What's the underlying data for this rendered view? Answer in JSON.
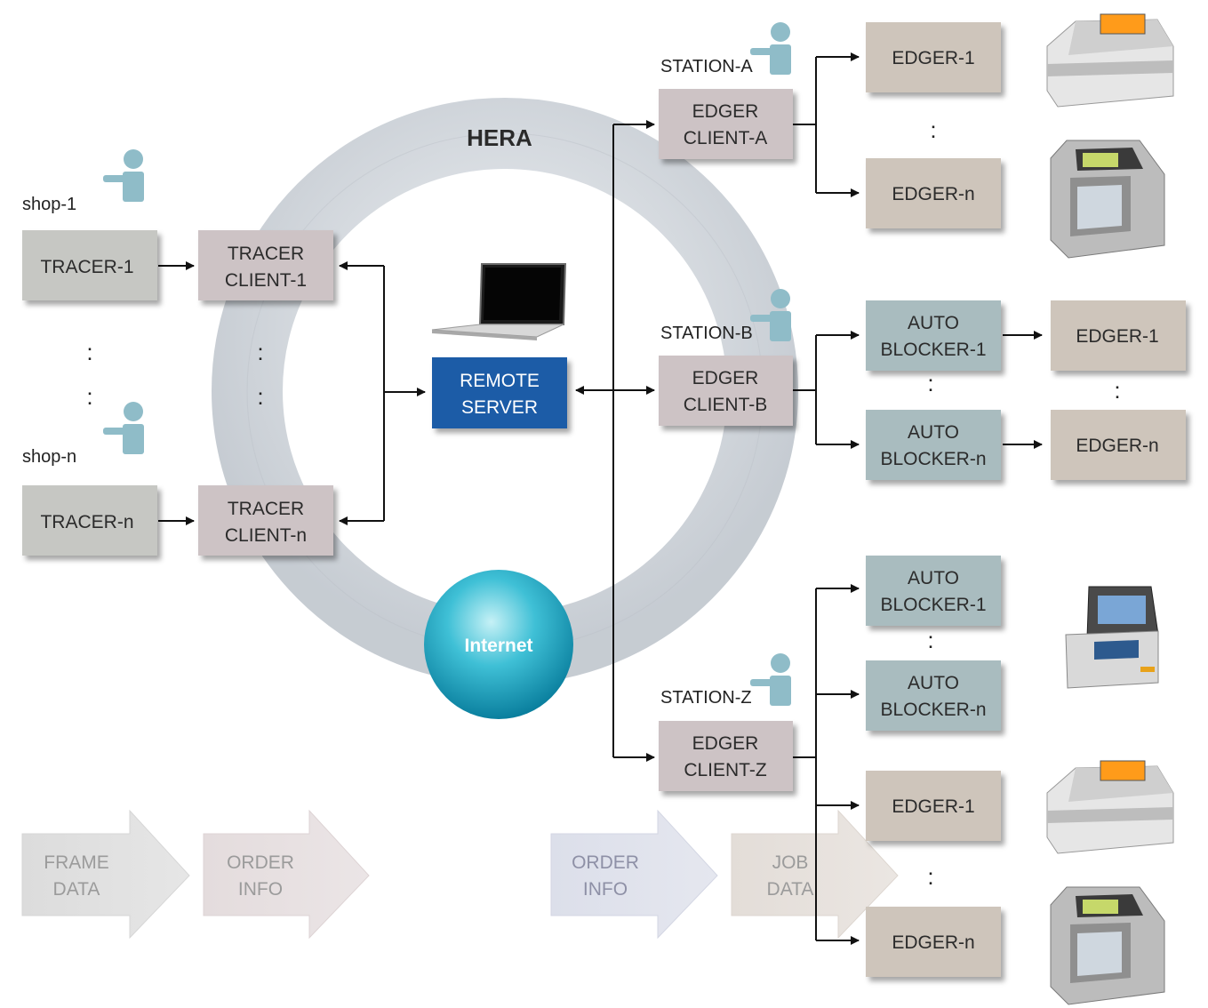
{
  "title": "HERA",
  "internet": "Internet",
  "remote_server": [
    "REMOTE",
    "SERVER"
  ],
  "shops": [
    {
      "label": "shop-1",
      "tracer": "TRACER-1",
      "client": [
        "TRACER",
        "CLIENT-1"
      ]
    },
    {
      "label": "shop-n",
      "tracer": "TRACER-n",
      "client": [
        "TRACER",
        "CLIENT-n"
      ]
    }
  ],
  "stations": [
    {
      "label": "STATION-A",
      "client": [
        "EDGER",
        "CLIENT-A"
      ]
    },
    {
      "label": "STATION-B",
      "client": [
        "EDGER",
        "CLIENT-B"
      ]
    },
    {
      "label": "STATION-Z",
      "client": [
        "EDGER",
        "CLIENT-Z"
      ]
    }
  ],
  "devices": {
    "edger_1": "EDGER-1",
    "edger_n": "EDGER-n",
    "auto_blocker_1": [
      "AUTO",
      "BLOCKER-1"
    ],
    "auto_blocker_n": [
      "AUTO",
      "BLOCKER-n"
    ]
  },
  "dots": ":",
  "flow": [
    [
      "FRAME",
      "DATA"
    ],
    [
      "ORDER",
      "INFO"
    ],
    [
      "ORDER",
      "INFO"
    ],
    [
      "JOB",
      "DATA"
    ]
  ],
  "colors": {
    "tracer_box": "#c6c7c3",
    "client_box": "#cdc3c5",
    "edger_box": "#cec5bb",
    "blocker_box": "#a9bcbf",
    "server_box": "#1f5ca7",
    "ring": "#c8cdd4",
    "person": "#8fbcc8",
    "internet": "#1aa9c4"
  }
}
